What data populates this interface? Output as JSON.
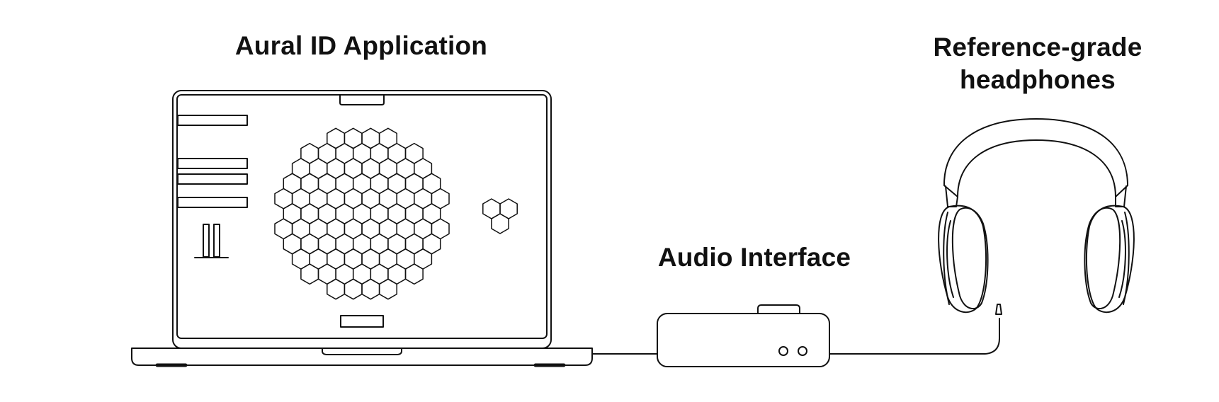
{
  "labels": {
    "app": "Aural ID Application",
    "interface": "Audio Interface",
    "headphones_line1": "Reference-grade",
    "headphones_line2": "headphones"
  },
  "colors": {
    "stroke": "#111111",
    "background": "#ffffff"
  },
  "icons": {
    "laptop": "laptop-icon",
    "interface": "audio-interface-icon",
    "headphones": "headphones-icon"
  }
}
